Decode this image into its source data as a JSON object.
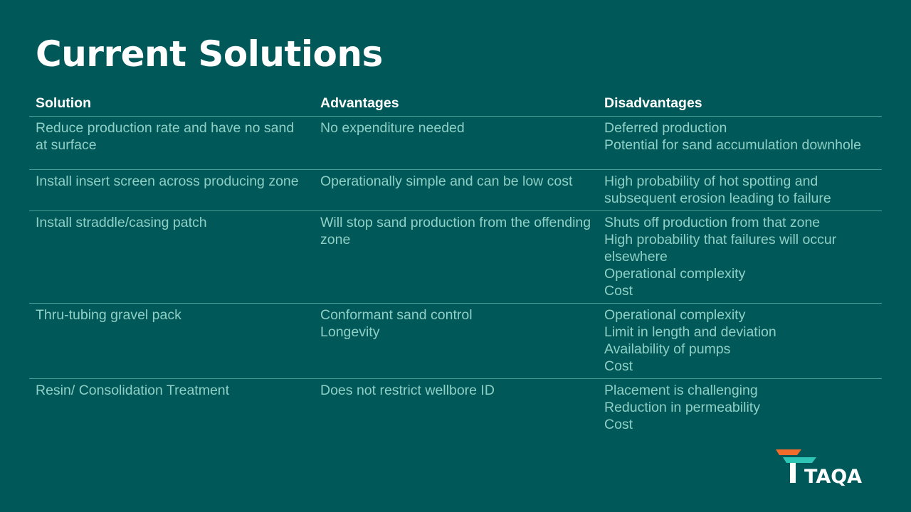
{
  "slide": {
    "title": "Current Solutions"
  },
  "table": {
    "headers": [
      "Solution",
      "Advantages",
      "Disadvantages"
    ],
    "rows": [
      {
        "solution": [
          "Reduce production rate and have no sand at surface"
        ],
        "advantages": [
          "No expenditure needed"
        ],
        "disadvantages": [
          "Deferred production",
          "Potential for sand accumulation downhole"
        ]
      },
      {
        "solution": [
          "Install insert screen across producing zone"
        ],
        "advantages": [
          "Operationally simple and can be low cost"
        ],
        "disadvantages": [
          "High probability of hot spotting and subsequent erosion leading to failure"
        ]
      },
      {
        "solution": [
          "Install straddle/casing patch"
        ],
        "advantages": [
          "Will stop sand production from the offending zone"
        ],
        "disadvantages": [
          "Shuts off production from that zone",
          "High probability that failures will occur elsewhere",
          "Operational complexity",
          "Cost"
        ]
      },
      {
        "solution": [
          "Thru-tubing gravel pack"
        ],
        "advantages": [
          "Conformant sand control",
          "Longevity"
        ],
        "disadvantages": [
          "Operational complexity",
          "Limit in length and deviation",
          "Availability of pumps",
          "Cost"
        ]
      },
      {
        "solution": [
          "Resin/ Consolidation Treatment"
        ],
        "advantages": [
          "Does not restrict wellbore ID"
        ],
        "disadvantages": [
          "Placement is challenging",
          "Reduction in permeability",
          "Cost"
        ]
      }
    ]
  },
  "logo": {
    "text": "TAQA",
    "accent_orange": "#f26b2a",
    "accent_teal": "#2ec4b6"
  },
  "colors": {
    "background": "#015859",
    "title": "#ffffff",
    "body_text": "#8fd0c6",
    "divider": "#4a9e98"
  }
}
